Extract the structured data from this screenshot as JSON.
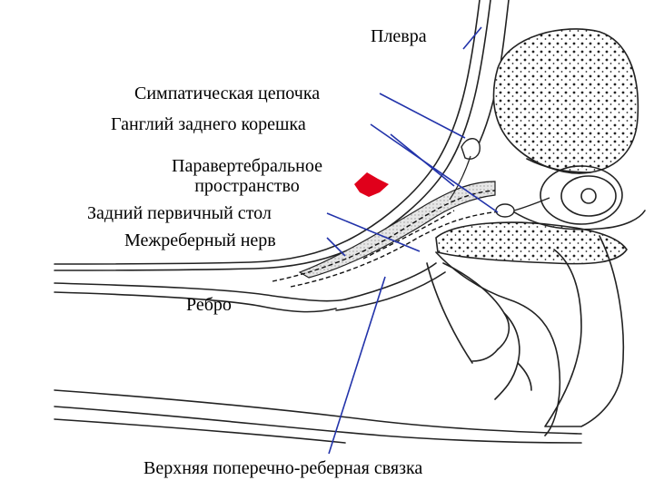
{
  "labels": {
    "pleura": "Плевра",
    "sympathetic_chain": "Симпатическая цепочка",
    "dorsal_root_ganglion": "Ганглий заднего корешка",
    "paravertebral_space_l1": "Паравертебральное",
    "paravertebral_space_l2": "пространство",
    "posterior_primary_ramus": "Задний первичный стол",
    "intercostal_nerve": "Межреберный нерв",
    "rib": "Ребро",
    "superior_costotransverse_ligament": "Верхняя поперечно-реберная связка"
  },
  "colors": {
    "leader_line": "#2233aa",
    "marker": "#e0001b",
    "outline": "#222222",
    "shading": "#b8b8b8"
  },
  "icons": {
    "marker": "red-arrow-marker-icon"
  }
}
